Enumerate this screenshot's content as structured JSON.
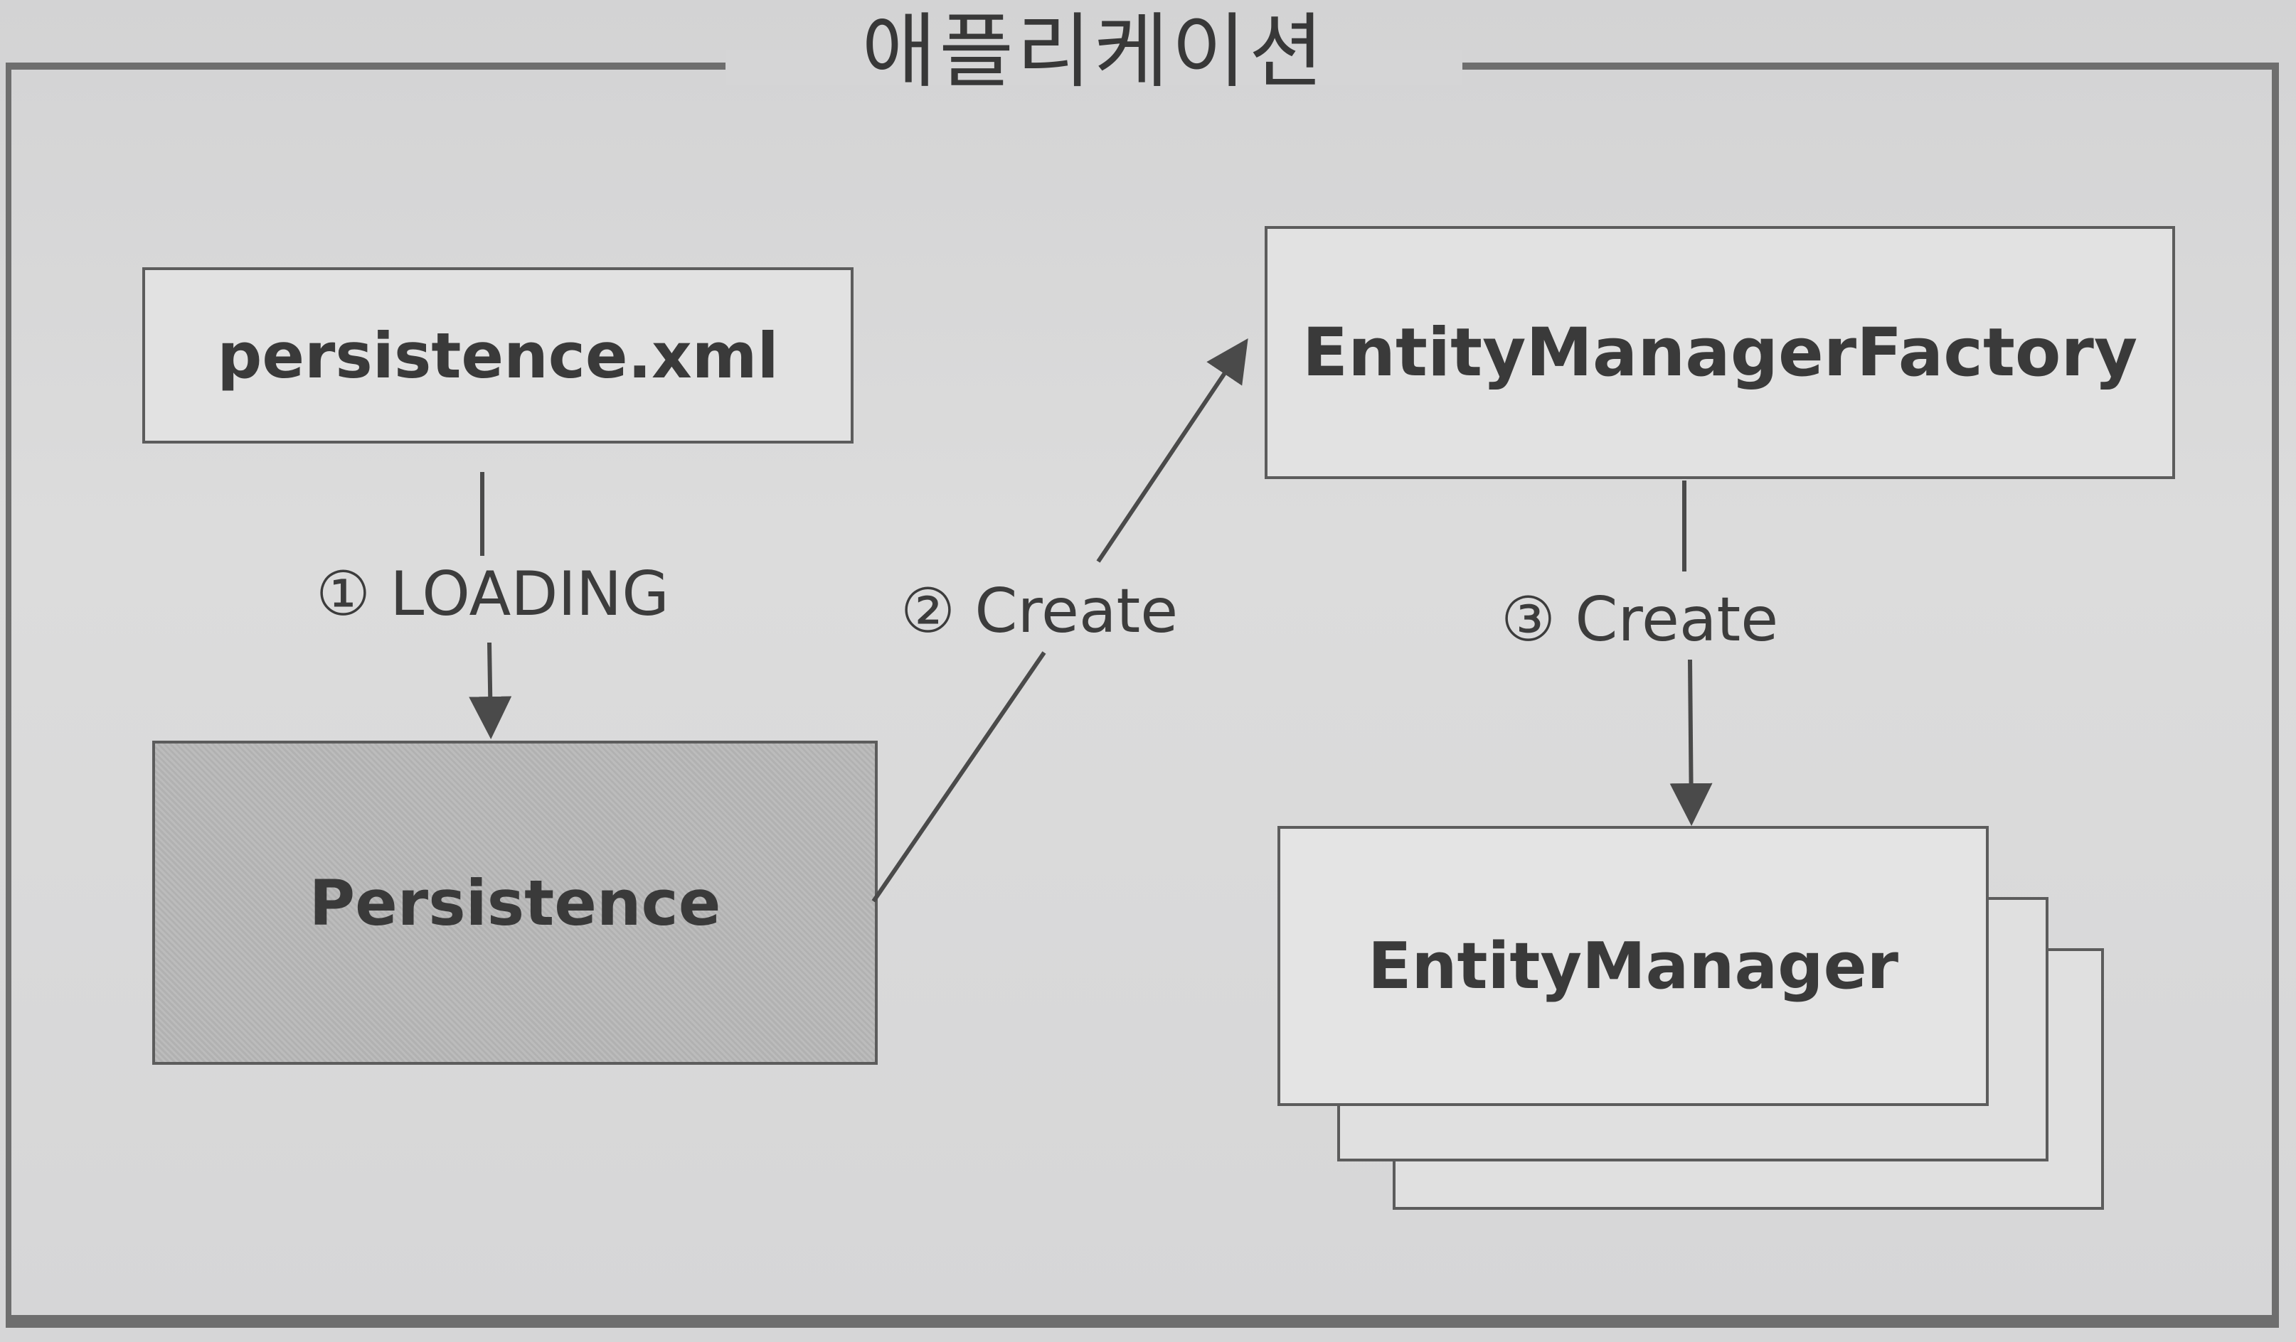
{
  "diagram": {
    "title": "애플리케이션",
    "nodes": {
      "xml": "persistence.xml",
      "persistence": "Persistence",
      "factory": "EntityManagerFactory",
      "manager": "EntityManager"
    },
    "edges": [
      {
        "from": "persistence.xml",
        "to": "Persistence",
        "label": "① LOADING"
      },
      {
        "from": "Persistence",
        "to": "EntityManagerFactory",
        "label": "② Create"
      },
      {
        "from": "EntityManagerFactory",
        "to": "EntityManager",
        "label": "③ Create"
      }
    ],
    "colors": {
      "background": "#d9d9d9",
      "border": "#5c5c5c",
      "text": "#3a3a3a",
      "persistence_fill": "#b6b6b6"
    }
  }
}
